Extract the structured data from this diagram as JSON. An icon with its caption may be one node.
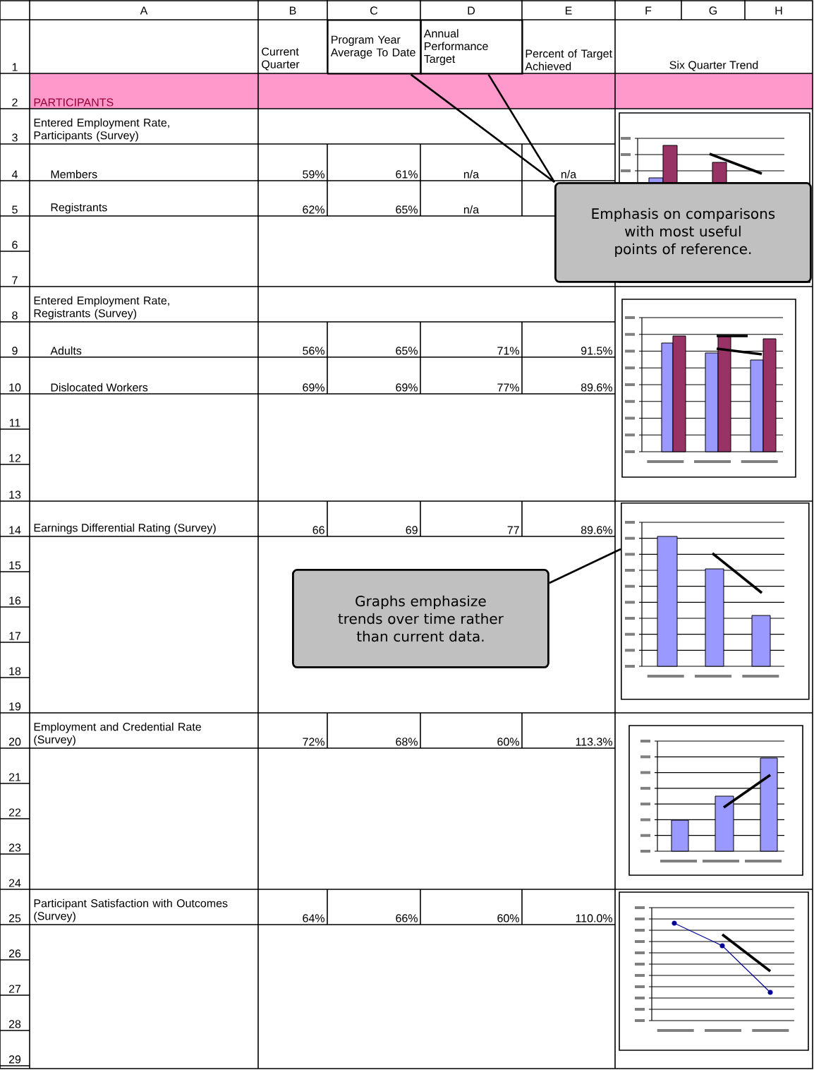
{
  "diagram": {
    "nodes": [
      {
        "text": [
          "Program Year Average To Date"
        ]
      },
      {
        "text": [
          "Annual Performance Target"
        ]
      },
      {
        "text": [
          "Emphasis on comparisons with most useful points of reference."
        ]
      },
      {
        "text": [
          "Graphs emphasize trends over time rather than current data."
        ]
      },
      {
        "text": [],
        "shape": "picture"
      }
    ],
    "edges": [
      {
        "from": 2,
        "to": 0,
        "arrow": "none"
      },
      {
        "from": 2,
        "to": 1,
        "arrow": "none"
      },
      {
        "from": 3,
        "to": 4,
        "arrow": "none"
      }
    ],
    "labels": [
      "A",
      "B",
      "C",
      "D",
      "E",
      "F",
      "G",
      "H",
      "1",
      "Current Quarter",
      "Percent of Target Achieved",
      "Six Quarter Trend",
      "2",
      "PARTICIPANTS",
      "3",
      "Entered Employment Rate, Participants (Survey)",
      "4",
      "Members",
      "59%",
      "61%",
      "n/a",
      "n/a",
      "5",
      "Registrants",
      "62%",
      "65%",
      "n/a",
      "6",
      "7",
      "8",
      "Entered Employment Rate, Registrants (Survey)",
      "9",
      "Adults",
      "56%",
      "65%",
      "71%",
      "91.5%",
      "10",
      "Dislocated Workers",
      "69%",
      "69%",
      "77%",
      "89.6%",
      "11",
      "12",
      "13",
      "14",
      "Earnings Differential Rating (Survey)",
      "66",
      "69",
      "77",
      "89.6%",
      "15",
      "16",
      "17",
      "18",
      "19",
      "20",
      "Employment and Credential Rate (Survey)",
      "72%",
      "68%",
      "60%",
      "113.3%",
      "21",
      "22",
      "23",
      "24",
      "25",
      "Participant Satisfaction with Outcomes (Survey)",
      "64%",
      "66%",
      "60%",
      "110.0%",
      "26",
      "27",
      "28",
      "29"
    ]
  }
}
